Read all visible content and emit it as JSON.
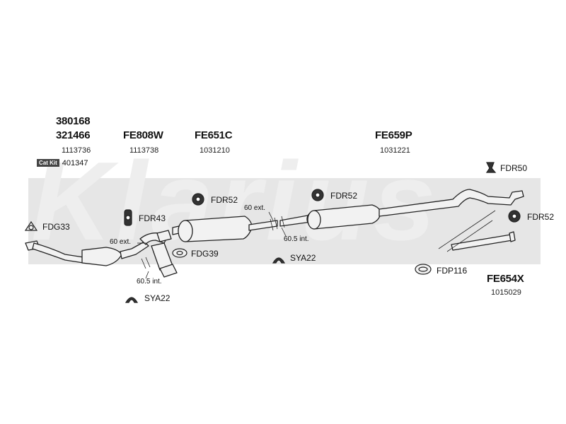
{
  "watermark": {
    "text": "Klarius"
  },
  "parts": {
    "cat_code_1": "380168",
    "cat_code_2": "321466",
    "cat_num": "1113736",
    "catkit_badge": "Cat Kit",
    "catkit_num": "401347",
    "fe808w_code": "FE808W",
    "fe808w_num": "1113738",
    "fe651c_code": "FE651C",
    "fe651c_num": "1031210",
    "fe659p_code": "FE659P",
    "fe659p_num": "1031221",
    "fe654x_code": "FE654X",
    "fe654x_num": "1015029"
  },
  "fittings": {
    "fdg33": "FDG33",
    "fdr43": "FDR43",
    "fdr52_a": "FDR52",
    "fdr52_b": "FDR52",
    "fdr52_c": "FDR52",
    "fdr50": "FDR50",
    "fdg39": "FDG39",
    "sya22_a": "SYA22",
    "sya22_b": "SYA22",
    "fdp116": "FDP116"
  },
  "measurements": {
    "ext_60_a": "60 ext.",
    "int_605_a": "60.5 int.",
    "ext_60_b": "60 ext.",
    "int_605_b": "60.5 int."
  },
  "colors": {
    "pipe_fill": "#f2f2f2",
    "pipe_stroke": "#222222",
    "watermark": "#e6e6e6"
  }
}
